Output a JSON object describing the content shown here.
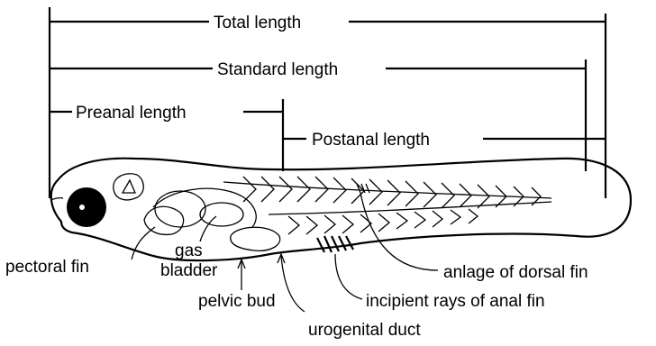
{
  "measurements": {
    "total_length": "Total length",
    "standard_length": "Standard length",
    "preanal_length": "Preanal length",
    "postanal_length": "Postanal length"
  },
  "structures": {
    "pectoral_fin": "pectoral fin",
    "gas_bladder_line1": "gas",
    "gas_bladder_line2": "bladder",
    "pelvic_bud": "pelvic bud",
    "urogenital_duct": "urogenital duct",
    "anlage_dorsal_fin": "anlage of dorsal fin",
    "incipient_rays_anal_fin": "incipient rays of anal fin"
  }
}
